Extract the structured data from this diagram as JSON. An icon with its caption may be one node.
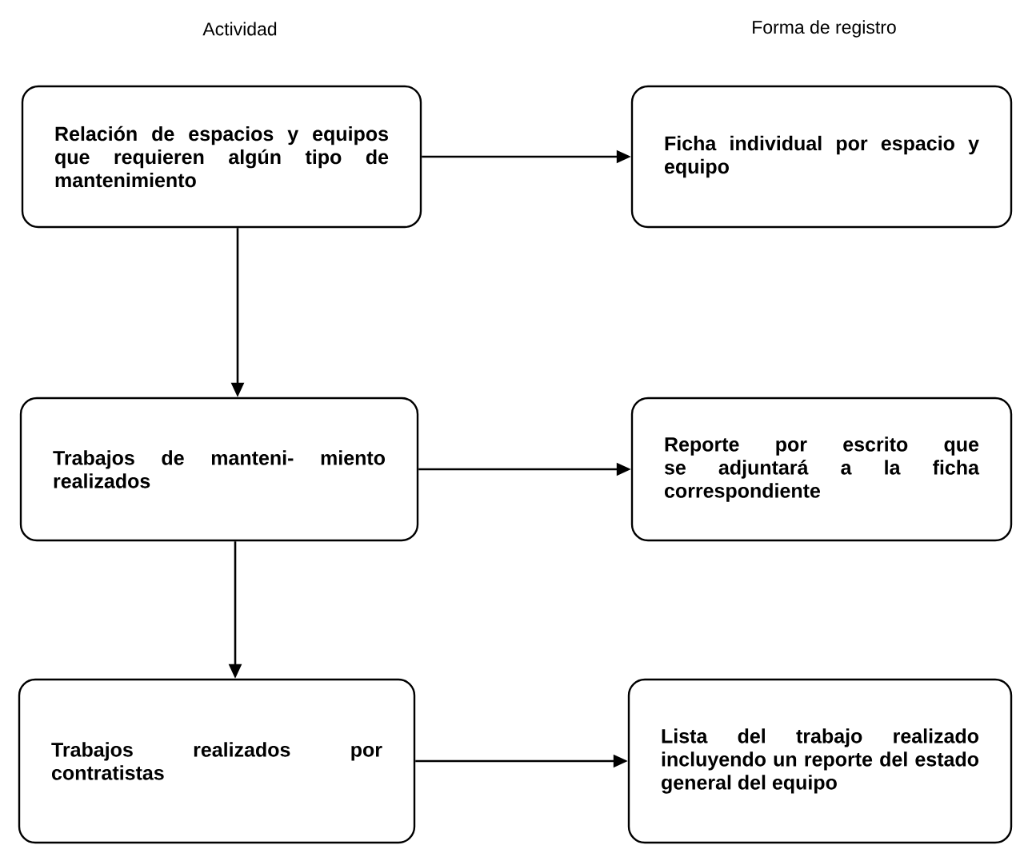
{
  "diagram": {
    "nodes": [
      {
        "text": [
          "Relación de espacios y equipos que requieren algún tipo de mantenimiento"
        ]
      },
      {
        "text": [
          "Ficha individual por espacio y equipo"
        ]
      },
      {
        "text": [
          "Trabajos de manteni- miento realizados"
        ]
      },
      {
        "text": [
          "Reporte por escrito que se adjuntará a la ficha correspondiente"
        ]
      },
      {
        "text": [
          "Trabajos realizados por contratistas"
        ]
      },
      {
        "text": [
          "Lista del trabajo realizado incluyendo un reporte del estado general del equipo"
        ]
      }
    ],
    "edges": [
      {
        "from": 0,
        "to": 1,
        "arrow": "to"
      },
      {
        "from": 0,
        "to": 2,
        "arrow": "to"
      },
      {
        "from": 2,
        "to": 3,
        "arrow": "to"
      },
      {
        "from": 2,
        "to": 4,
        "arrow": "to"
      },
      {
        "from": 4,
        "to": 5,
        "arrow": "to"
      }
    ],
    "labels": [
      "Actividad",
      "Forma de registro"
    ]
  }
}
